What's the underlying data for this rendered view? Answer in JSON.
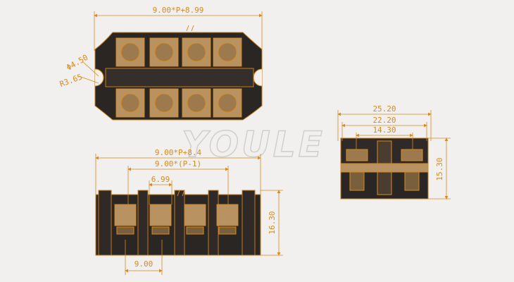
{
  "watermark": "YOULE",
  "top_view": {
    "overall_width": "9.00*P+8.99",
    "hole_diameter": "Φ4.50",
    "radius": "R3.65"
  },
  "front_view": {
    "overall_width": "9.00*P+8.4",
    "span": "9.00*(P-1)",
    "slot": "6.99",
    "height": "16.30",
    "pitch": "9.00"
  },
  "side_view": {
    "width_outer": "25.20",
    "width_mid": "22.20",
    "width_inner": "14.30",
    "height": "15.30"
  },
  "colors": {
    "background": "#f1f0ee",
    "dimension": "#d98a1e",
    "body": "#2a2624",
    "brass": "#b89260"
  }
}
